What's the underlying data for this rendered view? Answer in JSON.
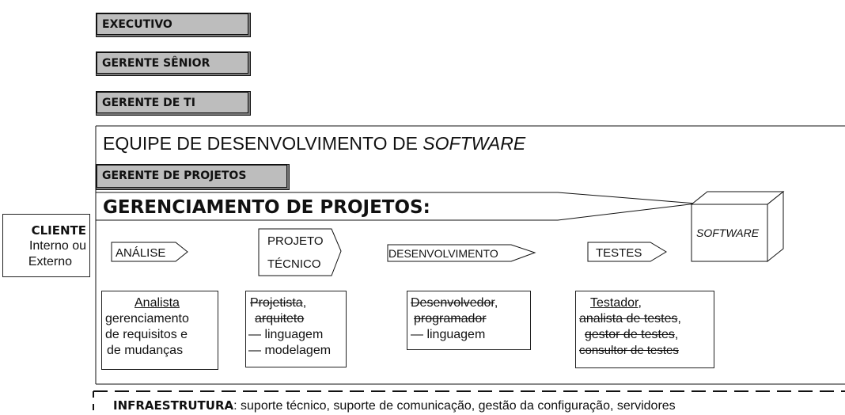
{
  "roles": {
    "executivo": "EXECUTIVO",
    "gerente_senior": "GERENTE SÊNIOR",
    "gerente_ti": "GERENTE DE TI",
    "gerente_projetos": "GERENTE DE PROJETOS"
  },
  "team": {
    "title_prefix": "EQUIPE DE DESENVOLVIMENTO DE ",
    "title_italic": "SOFTWARE",
    "management": "GERENCIAMENTO DE PROJETOS:"
  },
  "cliente": {
    "title": "CLIENTE",
    "line1": "Interno ou",
    "line2": "Externo"
  },
  "software_box": "SOFTWARE",
  "phases": {
    "analise": "ANÁLISE",
    "projeto_line1": "PROJETO",
    "projeto_line2": "TÉCNICO",
    "desenvolvimento": "DESENVOLVIMENTO",
    "testes": "TESTES"
  },
  "boxes": {
    "analista": {
      "l1": "Analista",
      "l2": "gerenciamento",
      "l3": "de requisitos e",
      "l4": "de mudanças"
    },
    "projetista": {
      "l1": "Projetista",
      "l1_suffix": ",",
      "l2": "arquiteto",
      "l3": "— linguagem",
      "l4": "— modelagem"
    },
    "desenvolvedor": {
      "l1": "Desenvolvedor",
      "l1_suffix": ",",
      "l2": "programador",
      "l3": "— linguagem"
    },
    "testador": {
      "l1": "Testador",
      "l1_suffix": ",",
      "l2": "analista de testes",
      "l2_suffix": ",",
      "l3": "gestor de testes",
      "l3_suffix": ",",
      "l4": "consultor de testes"
    }
  },
  "infra": {
    "label": "INFRAESTRUTURA",
    "text": ": suporte técnico, suporte de comunicação, gestão da configuração, servidores"
  }
}
